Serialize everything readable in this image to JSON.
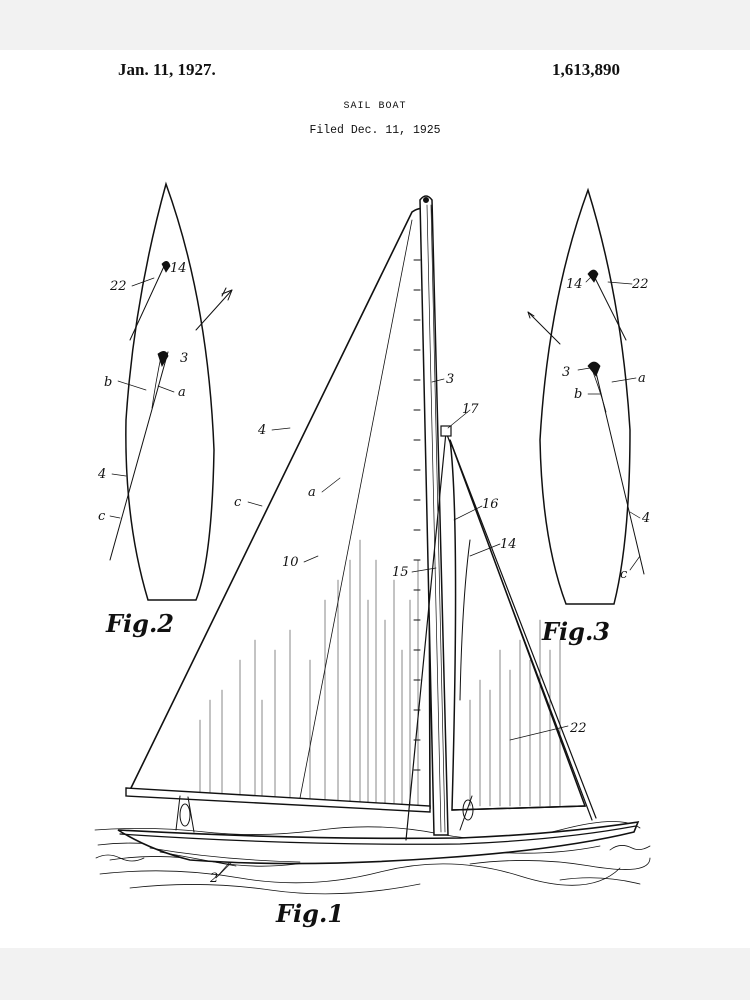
{
  "header": {
    "date": "Jan. 11, 1927.",
    "patent_number": "1,613,890",
    "title": "SAIL BOAT",
    "filed": "Filed Dec. 11, 1925"
  },
  "figures": {
    "fig1": "Fig.1",
    "fig2": "Fig.2",
    "fig3": "Fig.3"
  },
  "labels": {
    "fig1": {
      "n2": "2",
      "n3": "3",
      "n4": "4",
      "n10": "10",
      "n14": "14",
      "n15": "15",
      "n16": "16",
      "n17": "17",
      "n22": "22",
      "a": "a",
      "c": "c"
    },
    "fig2": {
      "n22": "22",
      "n14": "14",
      "n3": "3",
      "a": "a",
      "b": "b",
      "n4": "4",
      "c": "c"
    },
    "fig3": {
      "n14": "14",
      "n22": "22",
      "n3": "3",
      "a": "a",
      "b": "b",
      "n4": "4",
      "c": "c"
    }
  },
  "colors": {
    "ink": "#111111",
    "paper": "#ffffff",
    "margin": "#f2f2f2"
  }
}
